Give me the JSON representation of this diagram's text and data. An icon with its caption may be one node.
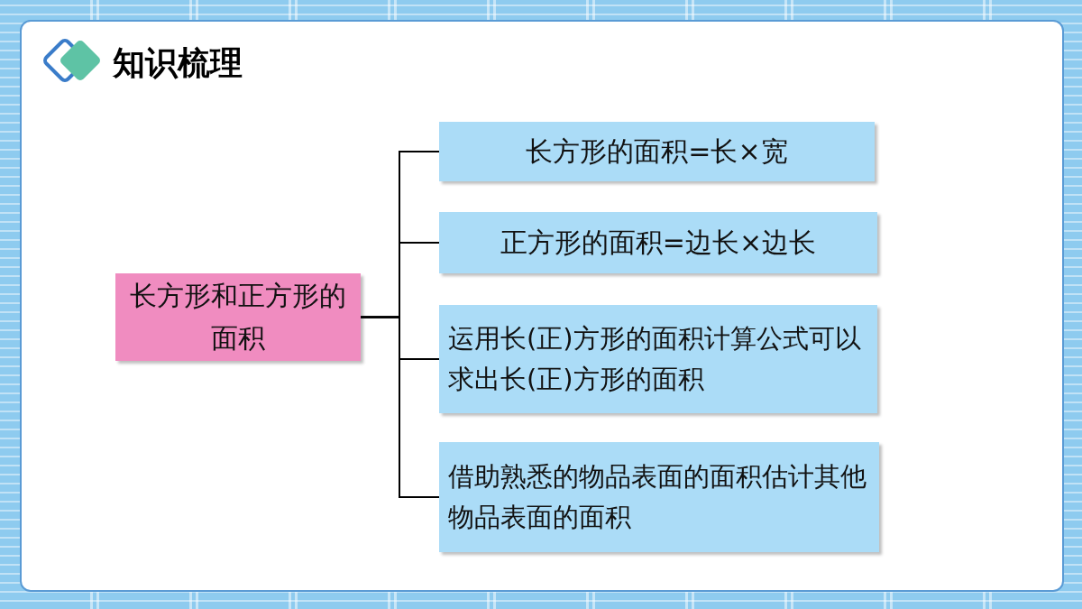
{
  "diagram": {
    "title": "知识梳理",
    "nodes": [
      {
        "text": [
          "长方形和正方形的面积"
        ]
      },
      {
        "text": [
          "长方形的面积=长×宽"
        ]
      },
      {
        "text": [
          "正方形的面积=边长×边长"
        ]
      },
      {
        "text": [
          "运用长(正)方形的面积计算公式可以求出长(正)方形的面积"
        ]
      },
      {
        "text": [
          "借助熟悉的物品表面的面积估计其他物品表面的面积"
        ]
      }
    ],
    "edges": [
      {
        "from": 0,
        "to": 1,
        "arrow": "none"
      },
      {
        "from": 0,
        "to": 2,
        "arrow": "none"
      },
      {
        "from": 0,
        "to": 3,
        "arrow": "none"
      },
      {
        "from": 0,
        "to": 4,
        "arrow": "none"
      }
    ]
  }
}
